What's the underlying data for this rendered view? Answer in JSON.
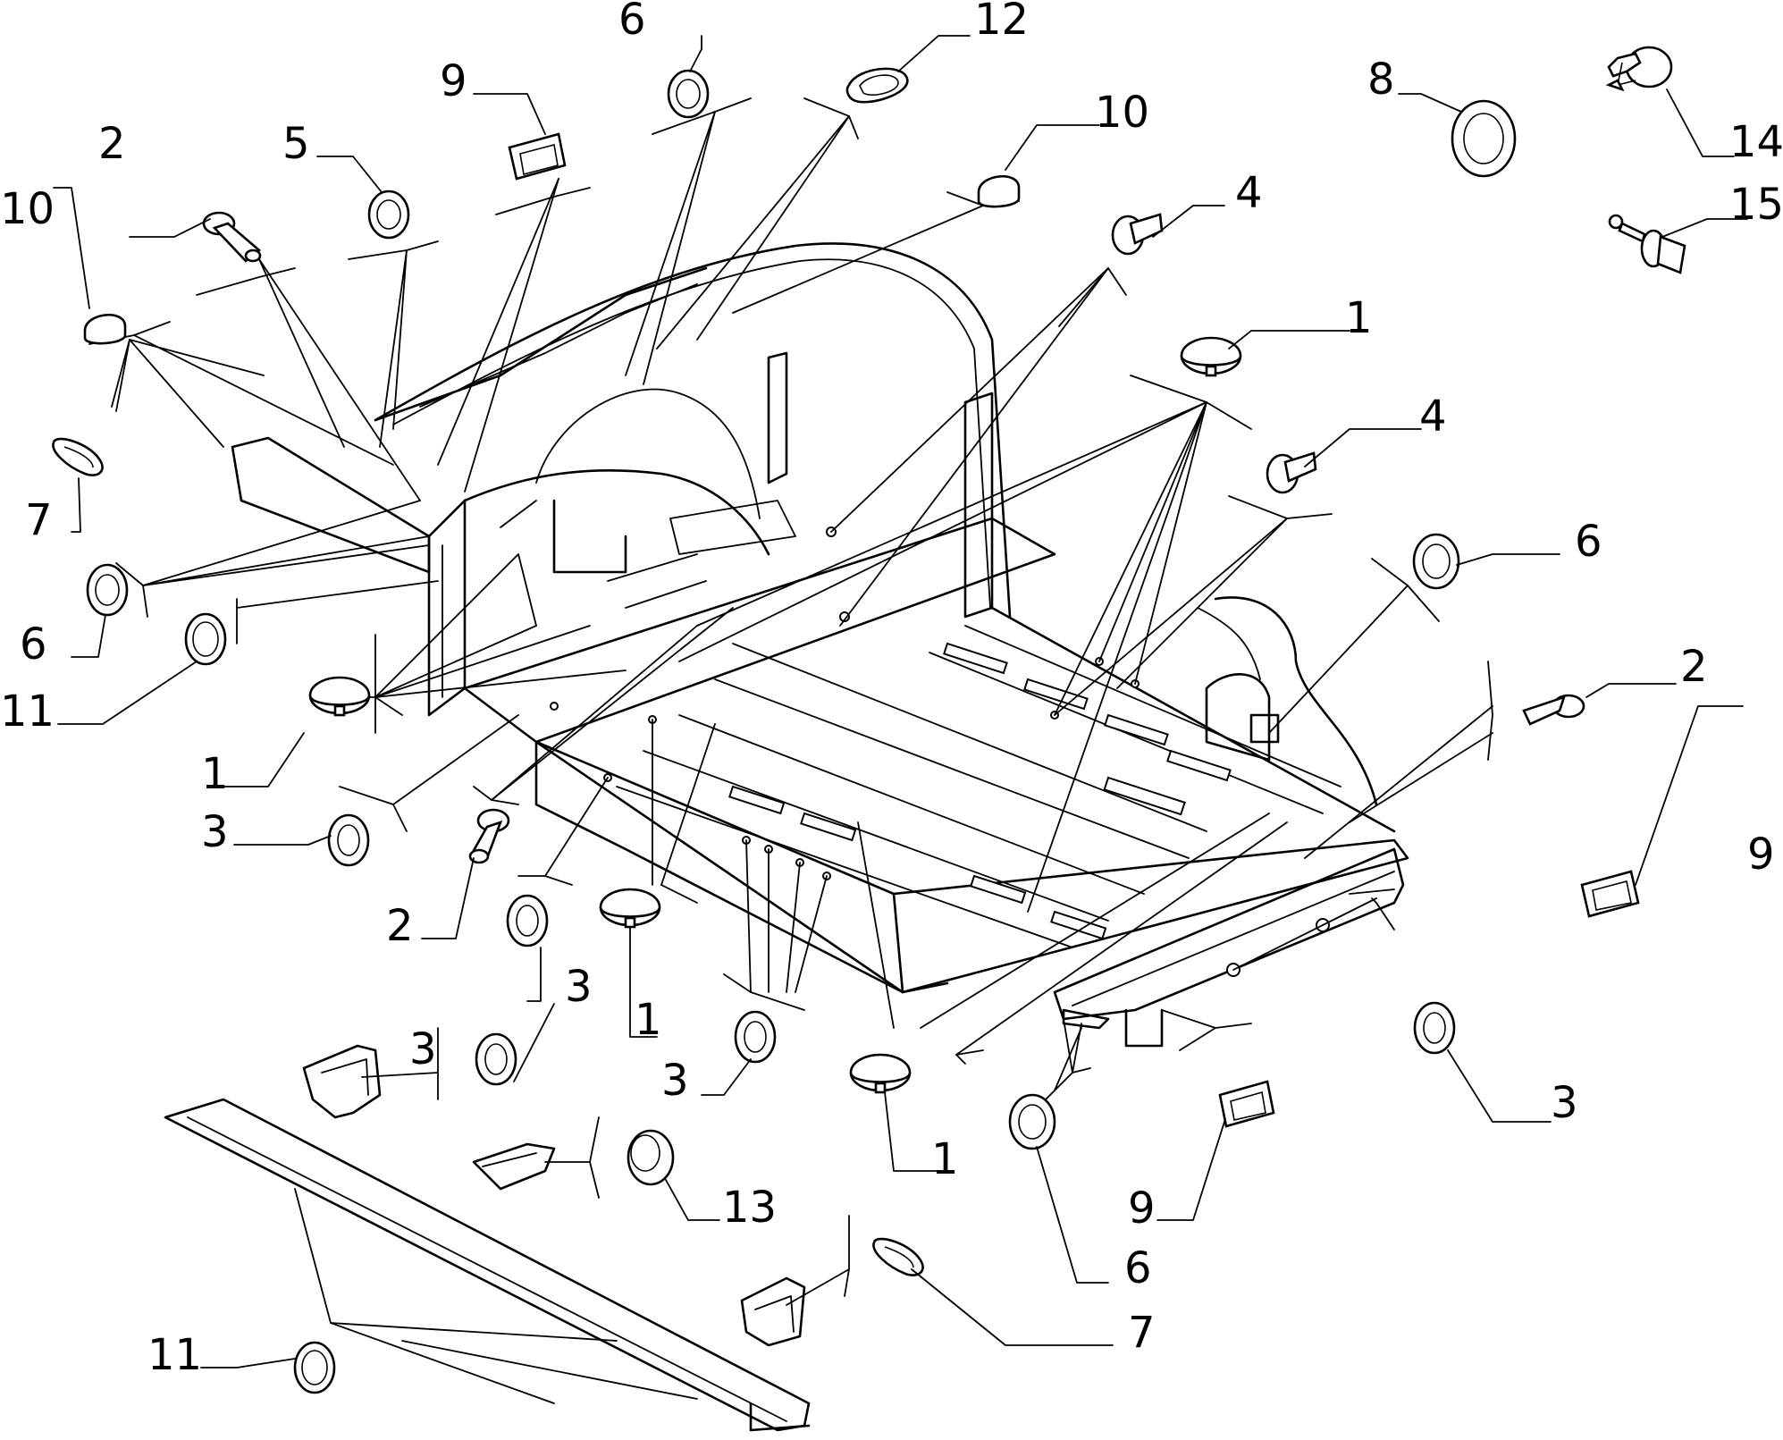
{
  "callouts": {
    "c1": "1",
    "c2": "1",
    "c3": "1",
    "c4": "1",
    "c5": "2",
    "c6": "2",
    "c7": "2",
    "c8": "3",
    "c9": "3",
    "c10": "3",
    "c11": "3",
    "c12": "3",
    "c13": "4",
    "c14": "4",
    "c15": "5",
    "c16": "6",
    "c17": "6",
    "c18": "6",
    "c19": "6",
    "c20": "7",
    "c21": "7",
    "c22": "8",
    "c23": "9",
    "c24": "9",
    "c25": "9",
    "c26": "10",
    "c27": "10",
    "c28": "11",
    "c29": "11",
    "c30": "12",
    "c31": "13",
    "c32": "14",
    "c33": "15"
  },
  "icons": [
    "plug-icon",
    "push-pin-icon",
    "grommet-icon",
    "expansion-rivet-icon",
    "round-grommet-icon",
    "flange-grommet-icon",
    "oval-plug-icon",
    "large-grommet-icon",
    "rectangular-clip-icon",
    "domed-cap-icon",
    "oval-grommet-icon",
    "stepped-plug-icon",
    "fir-tree-clip-icon",
    "push-rivet-icon"
  ]
}
